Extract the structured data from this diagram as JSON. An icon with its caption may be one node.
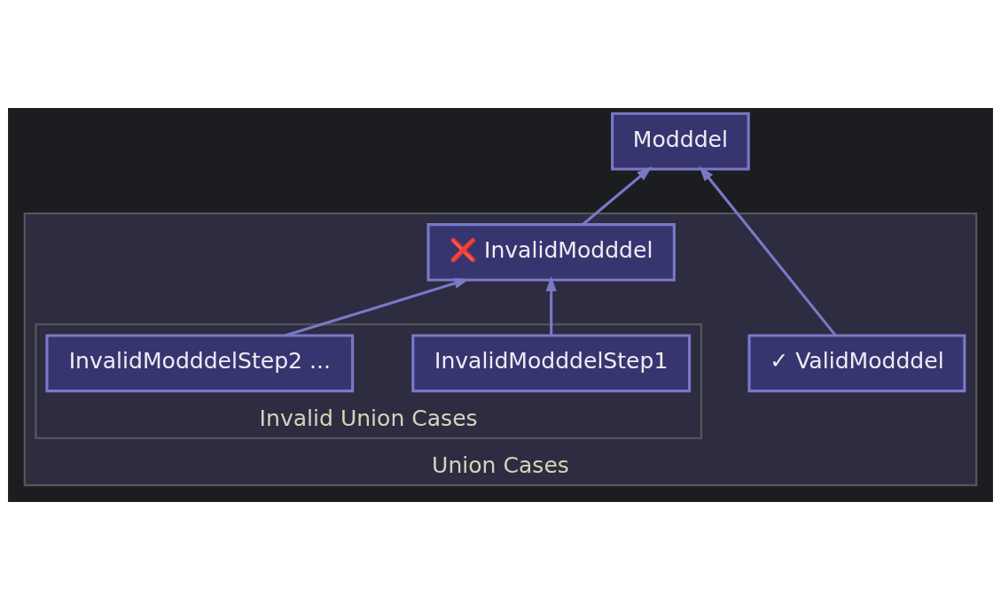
{
  "diagram": {
    "nodes": [
      {
        "text": [
          "Modddel"
        ]
      },
      {
        "text": [
          "Union Cases"
        ]
      },
      {
        "text": [
          "❌ InvalidModddel"
        ],
        "in": 1
      },
      {
        "text": [
          "✓ ValidModddel"
        ],
        "in": 1
      },
      {
        "text": [
          "Invalid Union Cases"
        ],
        "in": 1
      },
      {
        "text": [
          "InvalidModddelStep1"
        ],
        "in": 4
      },
      {
        "text": [
          "InvalidModddelStep2 ..."
        ],
        "in": 4
      }
    ],
    "edges": [
      {
        "from": 2,
        "to": 0,
        "arrow": "to"
      },
      {
        "from": 3,
        "to": 0,
        "arrow": "to"
      },
      {
        "from": 5,
        "to": 2,
        "arrow": "to"
      },
      {
        "from": 6,
        "to": 2,
        "arrow": "to"
      }
    ]
  }
}
